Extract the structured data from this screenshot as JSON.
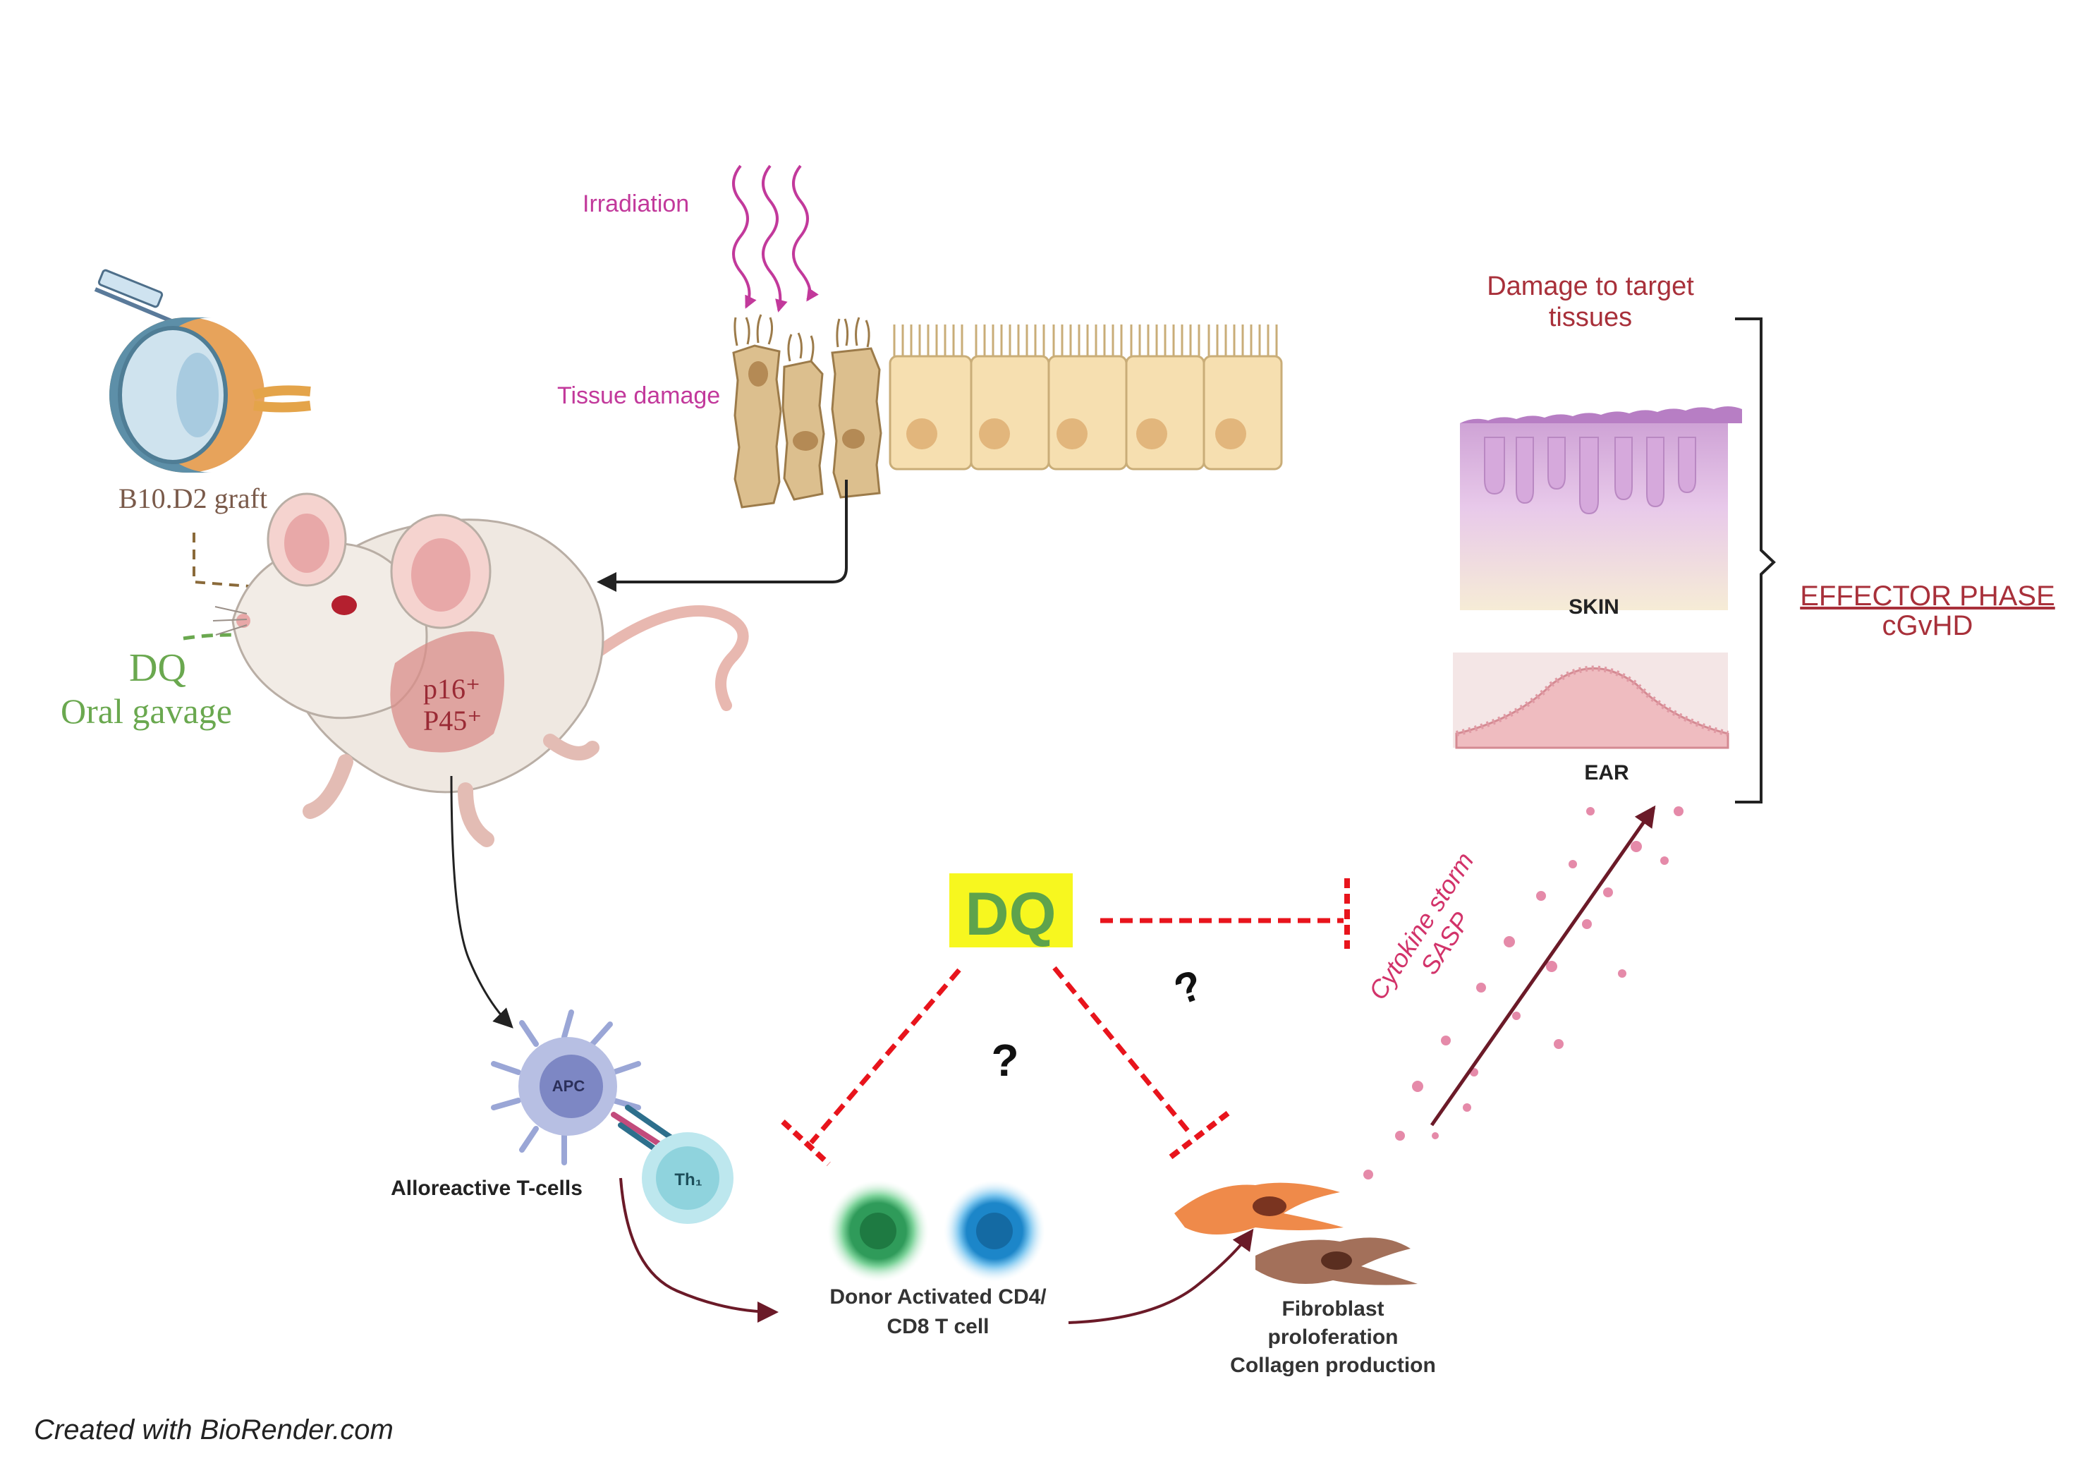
{
  "labels": {
    "irradiation": "Irradiation",
    "tissue_damage": "Tissue damage",
    "graft": "B10.D2 graft",
    "dq_left": "DQ",
    "oral_gavage": "Oral gavage",
    "p16": "p16⁺",
    "p45": "P45⁺",
    "damage_line1": "Damage to target",
    "damage_line2": "tissues",
    "skin": "SKIN",
    "ear": "EAR",
    "effector_line1": "EFFECTOR PHASE",
    "effector_line2": "cGvHD",
    "dq_center": "DQ",
    "question1": "?",
    "question2": "?",
    "cytokine_line1": "Cytokine storm",
    "cytokine_line2": "SASP",
    "apc": "APC",
    "th1": "Th₁",
    "alloreactive": "Alloreactive T-cells",
    "donor_line1": "Donor Activated CD4/",
    "donor_line2": "CD8 T cell",
    "fib_line1": "Fibroblast",
    "fib_line2": "proloferation",
    "fib_line3": "Collagen production",
    "credit": "Created with BioRender.com"
  },
  "colors": {
    "magenta": "#c2399b",
    "dark_red": "#a8303a",
    "green": "#6aa84f",
    "inhibit_red": "#e8141c",
    "highlight_yellow": "#f7f71f",
    "arrow_maroon": "#6b1a28",
    "cytokine_pink": "#d2336a"
  }
}
